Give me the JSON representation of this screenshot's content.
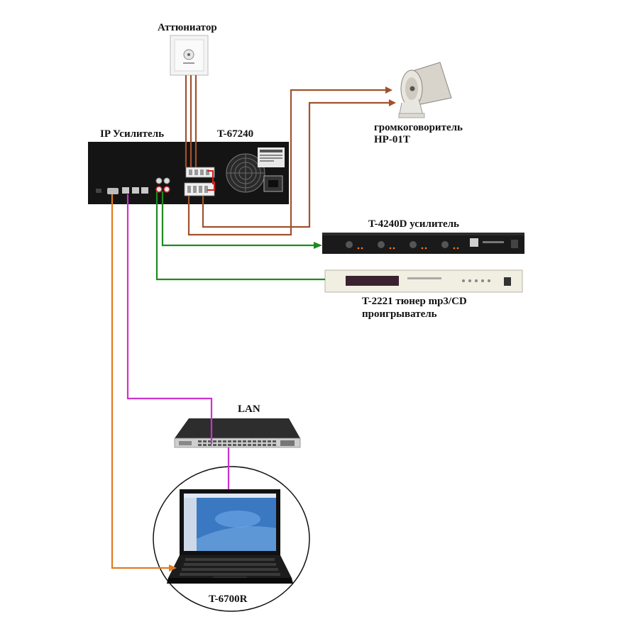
{
  "labels": {
    "attenuator": "Аттюниатор",
    "ip_amp": "IP Усилитель",
    "ip_amp_model": "T-67240",
    "speaker_line1": "громкоговоритель",
    "speaker_line2": "HP-01T",
    "amp4240": "T-4240D усилитель",
    "tuner_line1": "T-2221 тюнер mp3/CD",
    "tuner_line2": "проигрыватель",
    "lan": "LAN",
    "laptop": "T-6700R"
  },
  "colors": {
    "audio_line": "#a0522d",
    "line_out": "#1e8a1e",
    "network": "#cc33cc",
    "serial": "#e07b20",
    "device_black": "#141414"
  }
}
